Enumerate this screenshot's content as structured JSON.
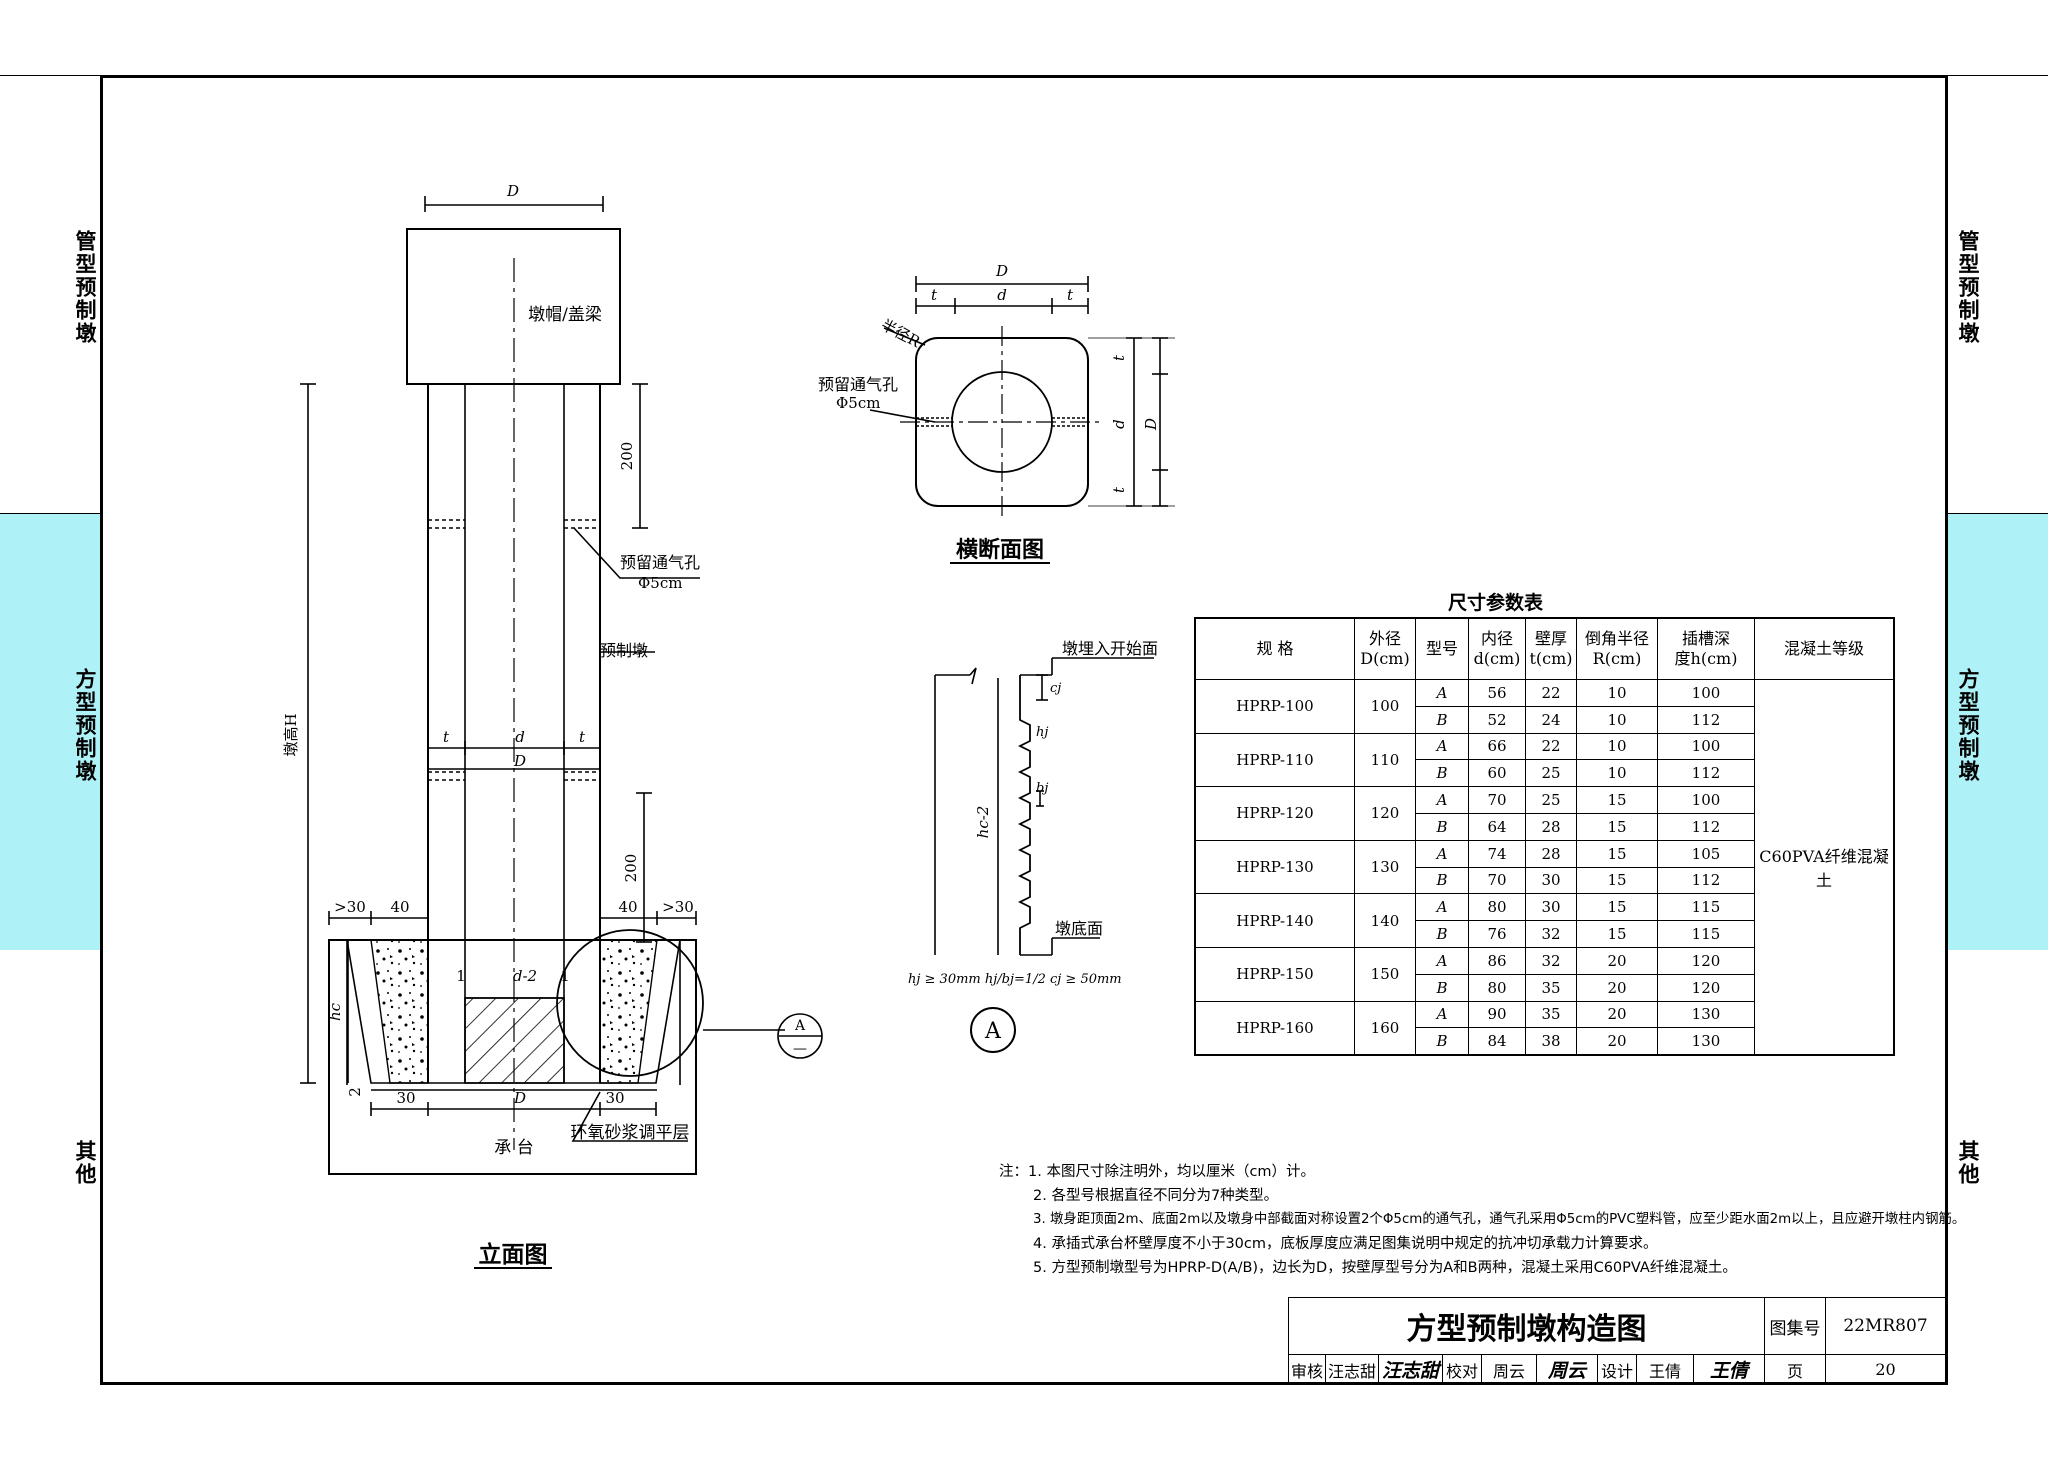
{
  "side_tabs": {
    "left": [
      "管型预制墩",
      "方型预制墩",
      "其他"
    ],
    "right": [
      "管型预制墩",
      "方型预制墩",
      "其他"
    ],
    "active_color": "#aef1f7"
  },
  "elevation": {
    "caption": "立面图",
    "dim_top": "D",
    "cap_label": "墩帽/盖梁",
    "dim_200_top": "200",
    "vent_label": "预留通气孔",
    "vent_size": "Φ5cm",
    "precast_label": "预制墩",
    "height_label": "墩高H",
    "dim_t": "t",
    "dim_d": "d",
    "dim_D": "D",
    "dim_200_bottom": "200",
    "dim_ge30": ">30",
    "dim_40": "40",
    "dim_d2": "d-2",
    "dim_1": "1",
    "dim_hc": "hc",
    "dim_2": "2",
    "dim_30": "30",
    "mortar_label": "环氧砂浆调平层",
    "base_label": "承    台",
    "detail_ref_top": "A",
    "detail_ref_bottom": "—"
  },
  "cross_section": {
    "caption": "横断面图",
    "dim_D": "D",
    "dim_t": "t",
    "dim_d": "d",
    "radius_label": "半径R",
    "vent_label": "预留通气孔",
    "vent_size": "Φ5cm"
  },
  "detail_a": {
    "start_label": "墩埋入开始面",
    "bottom_label": "墩底面",
    "cj": "cj",
    "hj": "hj",
    "bj": "bj",
    "hc2": "hc-2",
    "formula": "hj ≥ 30mm  hj/bj=1/2  cj ≥ 50mm",
    "circle_label": "A"
  },
  "table": {
    "title": "尺寸参数表",
    "headers": [
      "规  格",
      "外径\nD(cm)",
      "型号",
      "内径\nd(cm)",
      "壁厚\nt(cm)",
      "倒角半径\nR(cm)",
      "插槽深\n度h(cm)",
      "混凝土等级"
    ],
    "concrete": "C60PVA纤维混凝土",
    "rows": [
      {
        "spec": "HPRP-100",
        "D": "100",
        "type": "A",
        "d": "56",
        "t": "22",
        "R": "10",
        "h": "100"
      },
      {
        "type": "B",
        "d": "52",
        "t": "24",
        "R": "10",
        "h": "112"
      },
      {
        "spec": "HPRP-110",
        "D": "110",
        "type": "A",
        "d": "66",
        "t": "22",
        "R": "10",
        "h": "100"
      },
      {
        "type": "B",
        "d": "60",
        "t": "25",
        "R": "10",
        "h": "112"
      },
      {
        "spec": "HPRP-120",
        "D": "120",
        "type": "A",
        "d": "70",
        "t": "25",
        "R": "15",
        "h": "100"
      },
      {
        "type": "B",
        "d": "64",
        "t": "28",
        "R": "15",
        "h": "112"
      },
      {
        "spec": "HPRP-130",
        "D": "130",
        "type": "A",
        "d": "74",
        "t": "28",
        "R": "15",
        "h": "105"
      },
      {
        "type": "B",
        "d": "70",
        "t": "30",
        "R": "15",
        "h": "112"
      },
      {
        "spec": "HPRP-140",
        "D": "140",
        "type": "A",
        "d": "80",
        "t": "30",
        "R": "15",
        "h": "115"
      },
      {
        "type": "B",
        "d": "76",
        "t": "32",
        "R": "15",
        "h": "115"
      },
      {
        "spec": "HPRP-150",
        "D": "150",
        "type": "A",
        "d": "86",
        "t": "32",
        "R": "20",
        "h": "120"
      },
      {
        "type": "B",
        "d": "80",
        "t": "35",
        "R": "20",
        "h": "120"
      },
      {
        "spec": "HPRP-160",
        "D": "160",
        "type": "A",
        "d": "90",
        "t": "35",
        "R": "20",
        "h": "130"
      },
      {
        "type": "B",
        "d": "84",
        "t": "38",
        "R": "20",
        "h": "130"
      }
    ]
  },
  "notes": [
    "注：1. 本图尺寸除注明外，均以厘米（cm）计。",
    "2. 各型号根据直径不同分为7种类型。",
    "3. 墩身距顶面2m、底面2m以及墩身中部截面对称设置2个Φ5cm的通气孔，通气孔采用Φ5cm的PVC塑料管，应至少距水面2m以上，且应避开墩柱内钢筋。",
    "4. 承插式承台杯壁厚度不小于30cm，底板厚度应满足图集说明中规定的抗冲切承载力计算要求。",
    "5. 方型预制墩型号为HPRP-D(A/B)，边长为D，按壁厚型号分为A和B两种，混凝土采用C60PVA纤维混凝土。"
  ],
  "title_block": {
    "drawing_title": "方型预制墩构造图",
    "atlas_label": "图集号",
    "atlas_no": "22MR807",
    "review_label": "审核",
    "reviewer": "汪志甜",
    "reviewer_sig": "汪志甜",
    "check_label": "校对",
    "checker": "周云",
    "checker_sig": "周云",
    "design_label": "设计",
    "designer": "王倩",
    "designer_sig": "王倩",
    "page_label": "页",
    "page_no": "20"
  }
}
